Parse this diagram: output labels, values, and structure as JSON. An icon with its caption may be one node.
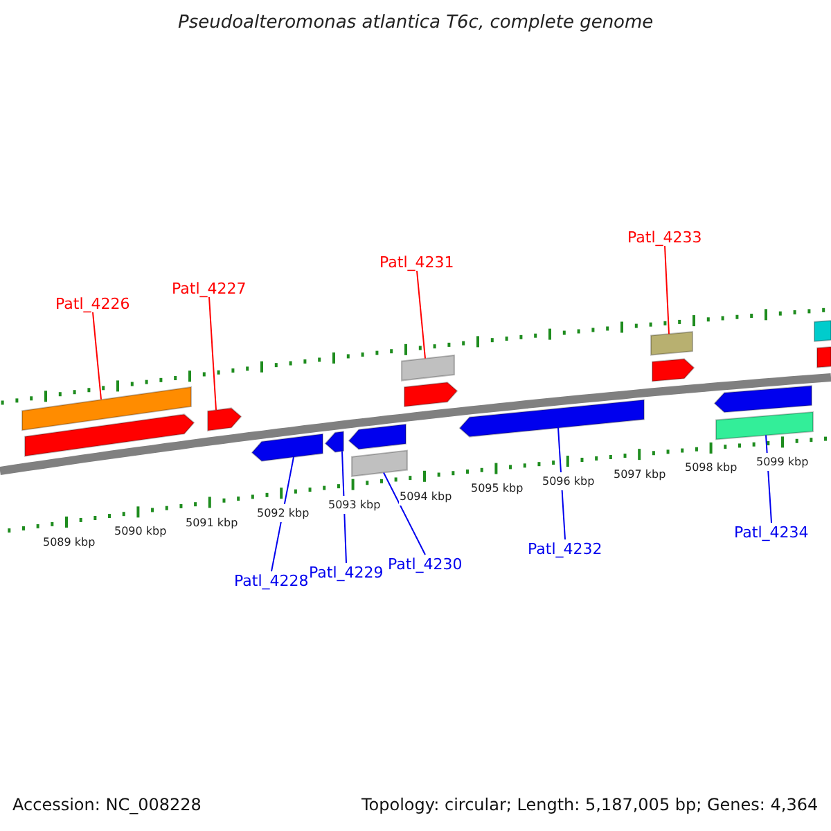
{
  "diagram": {
    "title": "Pseudoalteromonas atlantica T6c, complete genome",
    "nodes": [
      {
        "text": [
          "Patl_4226"
        ]
      },
      {
        "text": [
          "Patl_4227"
        ]
      },
      {
        "text": [
          "Patl_4231"
        ]
      },
      {
        "text": [
          "Patl_4233"
        ]
      },
      {
        "text": [
          "Patl_4228"
        ]
      },
      {
        "text": [
          "Patl_4229"
        ]
      },
      {
        "text": [
          "Patl_4230"
        ]
      },
      {
        "text": [
          "Patl_4232"
        ]
      },
      {
        "text": [
          "Patl_4234"
        ]
      },
      {
        "text": [],
        "shape": "bar"
      },
      {
        "text": [],
        "shape": "arrow"
      },
      {
        "text": [],
        "shape": "arrow"
      },
      {
        "text": [],
        "shape": "arrow"
      },
      {
        "text": [],
        "shape": "arrow"
      },
      {
        "text": [],
        "shape": "arrow"
      },
      {
        "text": [],
        "shape": "bar"
      },
      {
        "text": [],
        "shape": "bar"
      },
      {
        "text": [],
        "shape": "arrow"
      },
      {
        "text": [],
        "shape": "arrow"
      },
      {
        "text": [],
        "shape": "bar"
      },
      {
        "text": [],
        "shape": "arrow"
      },
      {
        "text": [],
        "shape": "arrow"
      },
      {
        "text": [],
        "shape": "bar"
      },
      {
        "text": [],
        "shape": "bar"
      },
      {
        "text": [],
        "shape": "bar"
      }
    ],
    "edges": [
      {
        "from": 0,
        "to": 9,
        "arrow": "none",
        "color": "#ff0000"
      },
      {
        "from": 1,
        "to": 11,
        "arrow": "none",
        "color": "#ff0000"
      },
      {
        "from": 2,
        "to": 16,
        "arrow": "none",
        "color": "#ff0000"
      },
      {
        "from": 3,
        "to": 19,
        "arrow": "none",
        "color": "#ff0000"
      },
      {
        "from": 4,
        "to": 12,
        "arrow": "none"
      },
      {
        "from": 5,
        "to": 13,
        "arrow": "none"
      },
      {
        "from": 6,
        "to": 15,
        "arrow": "none"
      },
      {
        "from": 7,
        "to": 18,
        "arrow": "none"
      },
      {
        "from": 8,
        "to": 22,
        "arrow": "none"
      }
    ],
    "labels": [
      "5089 kbp",
      "5090 kbp",
      "5091 kbp",
      "5092 kbp",
      "5093 kbp",
      "5094 kbp",
      "5095 kbp",
      "5096 kbp",
      "5097 kbp",
      "5098 kbp",
      "5099 kbp",
      "Accession: NC_008228",
      "Topology: circular; Length: 5,187,005 bp; Genes: 4,364"
    ]
  }
}
